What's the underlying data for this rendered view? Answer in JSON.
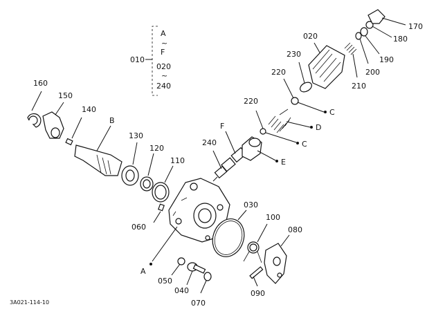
{
  "diagram": {
    "code": "3A021-114-10",
    "group": {
      "label": "010",
      "items": [
        "A",
        "~",
        "F",
        "020",
        "~",
        "240"
      ]
    },
    "part_numbers": {
      "p160": "160",
      "p150": "150",
      "p140": "140",
      "pB": "B",
      "p130": "130",
      "p120": "120",
      "p110": "110",
      "p060": "060",
      "pA": "A",
      "p050": "050",
      "p040": "040",
      "p070": "070",
      "p030": "030",
      "p100": "100",
      "p080": "080",
      "p090": "090",
      "p240": "240",
      "pF": "F",
      "pE": "E",
      "p220a": "220",
      "pC1": "C",
      "pD": "D",
      "pC2": "C",
      "p220b": "220",
      "p230": "230",
      "p020": "020",
      "p210": "210",
      "p200": "200",
      "p190": "190",
      "p180": "180",
      "p170": "170"
    }
  }
}
